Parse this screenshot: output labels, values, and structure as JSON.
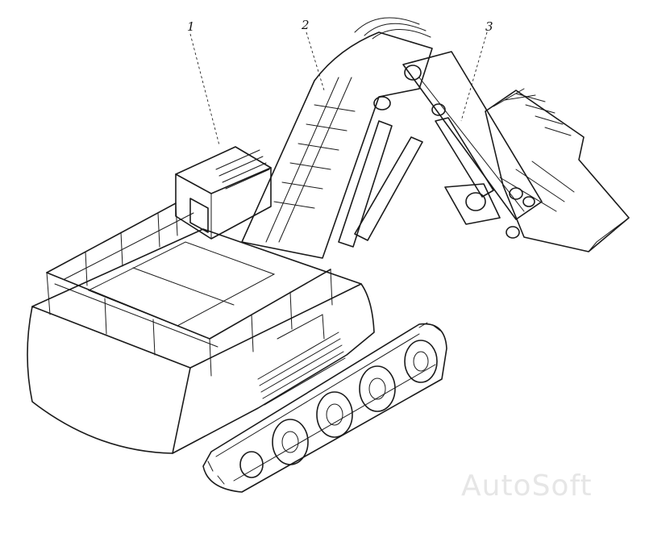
{
  "callouts": [
    "1",
    "2",
    "3"
  ],
  "watermark": "AutoSoft",
  "colors": {
    "line": "#1a1a1a",
    "background": "#ffffff",
    "watermark": "#e6e6e6"
  }
}
